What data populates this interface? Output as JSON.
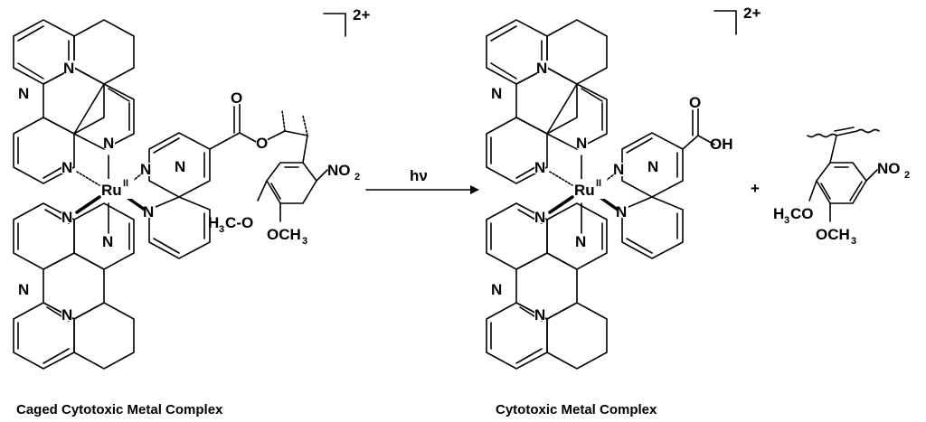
{
  "reactant": {
    "charge": "2+",
    "metal": "Ru",
    "oxidation_state": "II",
    "caption": "Caged Cytotoxic Metal Complex",
    "substituents": [
      "NO",
      "2",
      "H",
      "3",
      "C-O",
      "OCH",
      "3"
    ]
  },
  "arrow": {
    "label": "hν"
  },
  "product": {
    "charge": "2+",
    "metal": "Ru",
    "oxidation_state": "II",
    "acid_group": "OH",
    "caption": "Cytotoxic Metal Complex"
  },
  "plus": "+",
  "byproduct": {
    "nitro": "NO",
    "nitro_sub": "2",
    "methoxy_left": "H",
    "methoxy_left_sub": "3",
    "methoxy_left_tail": "CO",
    "methoxy_bottom": "OCH",
    "methoxy_bottom_sub": "3"
  },
  "atoms": {
    "nitrogen": "N",
    "oxygen": "O"
  }
}
